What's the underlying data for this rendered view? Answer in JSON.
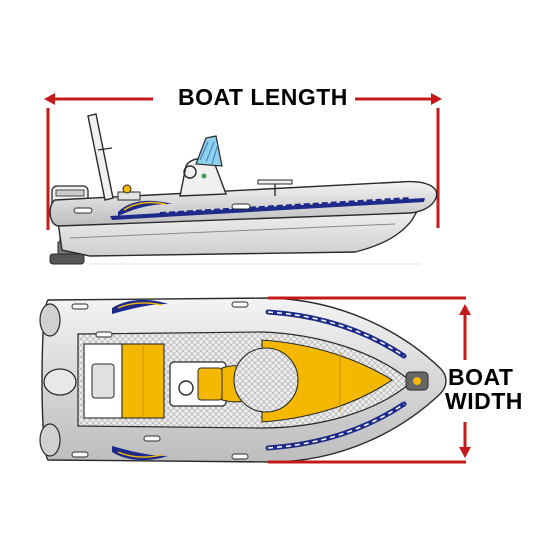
{
  "labels": {
    "length": "BOAT LENGTH",
    "width_line1": "BOAT",
    "width_line2": "WIDTH"
  },
  "colors": {
    "dimension_line": "#c41a1a",
    "hull_blue": "#1e2a8a",
    "deck_yellow": "#f5b800",
    "tube_gray": "#d9d9d9",
    "outline": "#2a2a2a"
  }
}
